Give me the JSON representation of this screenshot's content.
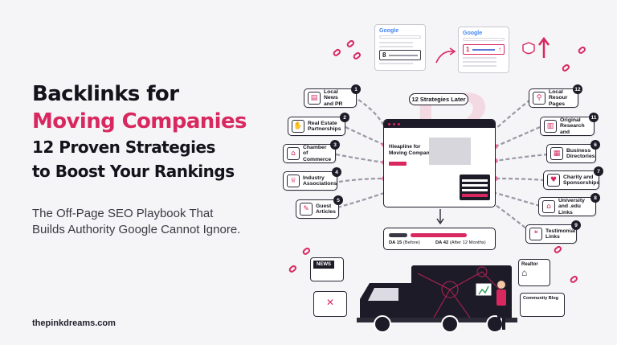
{
  "headline": {
    "line1": "Backlinks for",
    "line2": "Moving Companies",
    "line3": "12 Proven Strategies",
    "line4": "to Boost Your Rankings"
  },
  "tagline": {
    "line1": "The Off-Page SEO Playbook That",
    "line2": "Builds Authority Google Cannot Ignore."
  },
  "site_url": "thepinkdreams.com",
  "timeline_label": "12 Strategies Later",
  "serp": {
    "brand": "Google",
    "before_rank": "8",
    "after_rank": "1"
  },
  "website_mockup": {
    "hero_text": "Hieapline for\nMoving Company"
  },
  "domain_authority": {
    "before_value": "DA 15",
    "before_note": "(Before)",
    "after_value": "DA 42",
    "after_note": "(After 12 Months)",
    "before_percent": 15,
    "after_percent": 42
  },
  "strategies": [
    {
      "num": "1",
      "label": "Local News\nand PR",
      "icon": "newspaper-icon",
      "glyph": "▤"
    },
    {
      "num": "2",
      "label": "Real Estate\nPartnerships",
      "icon": "handshake-icon",
      "glyph": "✋"
    },
    {
      "num": "3",
      "label": "Chamber of\nCommerce",
      "icon": "building-icon",
      "glyph": "⌂"
    },
    {
      "num": "4",
      "label": "Industry\nAssociations",
      "icon": "trophy-icon",
      "glyph": "♕"
    },
    {
      "num": "5",
      "label": "Guest\nArticles",
      "icon": "pen-icon",
      "glyph": "✎"
    },
    {
      "num": "12",
      "label": "Local Resour\nPages",
      "icon": "map-pin-icon",
      "glyph": "⚲"
    },
    {
      "num": "11",
      "label": "Original\nResearch and",
      "icon": "chart-icon",
      "glyph": "▥"
    },
    {
      "num": "6",
      "label": "Business\nDirectories",
      "icon": "directory-icon",
      "glyph": "▦"
    },
    {
      "num": "7",
      "label": "Charity and\nSponsorships",
      "icon": "heart-hand-icon",
      "glyph": "♥"
    },
    {
      "num": "8",
      "label": "University\nand .edu Links",
      "icon": "graduation-cap-icon",
      "glyph": "⌂"
    },
    {
      "num": "9",
      "label": "Testimonial\nLinks",
      "icon": "speech-bubble-icon",
      "glyph": "❝"
    }
  ],
  "mini_cards": {
    "news": "NEWS",
    "realtor": "Realtor",
    "community_blog": "Community Blog"
  },
  "colors": {
    "accent": "#d8285f",
    "dark": "#1d1b27",
    "background": "#f5f4f6"
  }
}
